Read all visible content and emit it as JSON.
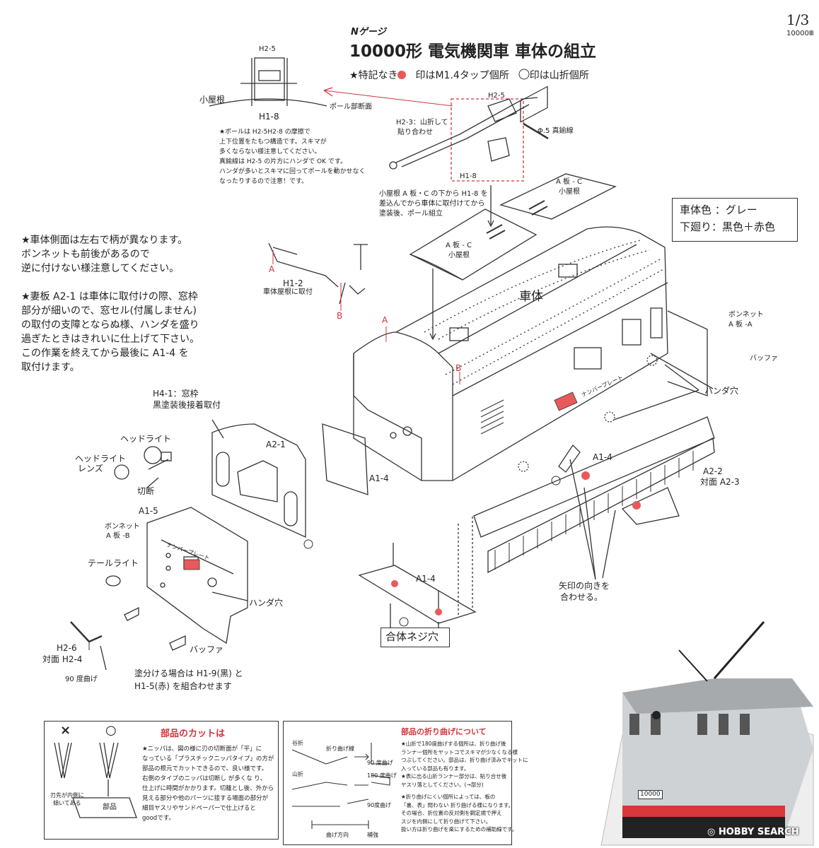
{
  "header": {
    "page": "1/3",
    "code": "10000Ⅲ",
    "gauge": "Nゲージ",
    "title": "10000形  電気機関車  車体の組立",
    "legend_prefix": "★特記なき",
    "legend_tap": "印はM1.4タップ個所",
    "legend_fold": "印は山折個所"
  },
  "colors": {
    "accent_red": "#e85a5a",
    "line": "#333333",
    "leader_red": "#d1343c"
  },
  "color_box": {
    "line1": "車体色 ：グレー",
    "line2": "下廻り：黒色＋赤色"
  },
  "notes": {
    "side": [
      "★車体側面は左右で柄が異なります。",
      "ボンネットも前後があるので",
      "逆に付けない様注意してください。"
    ],
    "end": [
      "★妻板 A2-1 は車体に取付けの際、窓枠",
      "部分が細いので、窓セル(付属しません)",
      "の取付の支障とならぬ様、ハンダを盛り",
      "過ぎたときはきれいに仕上げて下さい。",
      "この作業を終えてから最後に A1-4 を",
      "取付けます。"
    ],
    "pole": [
      "★ポールは H2-5H2-8 の摩擦で",
      "上下位置をたもつ構造です。スキマが",
      "多くならない様注意してください。",
      "真鍮線は H2-5 の片方にハンダで OK です。",
      "ハンダが多いとスキマに回ってポールを動かせなく",
      "なったりするので注意！です。"
    ],
    "roof": [
      "小屋根 A 板・C の下から H1-8 を",
      "差込んでから車体に取付けてから",
      "塗装後、ポール組立"
    ],
    "paint": [
      "塗分ける場合は H1-9(黒) と",
      "H1-5(赤) を組合わせます"
    ]
  },
  "labels": {
    "h2_5_top": "H2-5",
    "koyane": "小屋根",
    "h1_8": "H1-8",
    "pole_section": "ポール部断面",
    "h2_5_detail": "H2-5",
    "h2_3": "H2-3：山折して",
    "h2_3b": "貼り合わせ",
    "brass": "Φ.5 真鍮線",
    "h1_8_detail": "H1-8",
    "a_plate_c_right_1": "A 板 - C",
    "a_plate_c_right_2": "小屋根",
    "a_plate_c_left_1": "A 板 - C",
    "a_plate_c_left_2": "小屋根",
    "h1_2": "H1-2",
    "h1_2_note": "車体屋根に取付",
    "mark_a1": "A",
    "mark_b1": "B",
    "mark_a2": "A",
    "mark_b2": "B",
    "body": "車体",
    "bonnet_a_1": "ボンネット",
    "bonnet_a_2": "A 板 -A",
    "buffer_right": "バッファ",
    "solder_holes_right": "ハンダ穴",
    "h4_1_a": "H4-1：窓枠",
    "h4_1_b": "黒塗装後接着取付",
    "a2_1": "A2-1",
    "headlight": "ヘッドライト",
    "headlight_lens_1": "ヘッドライト",
    "headlight_lens_2": "レンズ",
    "cut": "切断",
    "a1_4_left": "A1-4",
    "a1_4_mid": "A1-4",
    "a2_2": "A2-2",
    "a2_2_opp": "対面 A2-3",
    "a1_5": "A1-5",
    "bonnet_b_1": "ボンネット",
    "bonnet_b_2": "A 板 -B",
    "tail_light": "テールライト",
    "solder_hole_front": "ハンダ穴",
    "buffer_front": "バッファ",
    "h2_6": "H2-6",
    "h2_6_opp": "対面 H2-4",
    "bend90": "90 度曲げ",
    "a1_4_bottom": "A1-4",
    "screw_hole": "合体ネジ穴",
    "arrow_align_1": "矢印の向きを",
    "arrow_align_2": "合わせる。",
    "number_plate_1": "ナンバープレート",
    "number_plate_2": "ナンバープレート",
    "number_text": "10000"
  },
  "panel_cut": {
    "title": "部品のカットは",
    "x_mark": "×",
    "o_mark": "○",
    "blade_note_1": "刃先が内側に",
    "blade_note_2": "傾いてある",
    "part_label": "部品",
    "text": [
      "★ニッパは、図の様に刃の切断面が「平」に",
      "なっている「プラスチックニッパタイプ」の方が",
      "部品の根元でカットできるので、良い様です。",
      "右側のタイプのニッパは切断し が多くな り、",
      "仕上げに時間がかかります。切離とし後、外から",
      "見える部分や他のパーツに接する場面の部分が",
      "細目ヤスリやサンドペーパーで仕上げると",
      "goodです。"
    ]
  },
  "panel_bend": {
    "title": "部品の折り曲げについて",
    "text": [
      "★山折で180度曲げする個所は、折り曲げ後",
      "ランナー個所をヤットコでスキマが少なくなる様",
      "つぶしてください。部品は、折り曲げ済みでキットに",
      "入っている部品も有ります。",
      "★表に出る山折ランナー部分は、貼り合せ後",
      "ヤスリ落としてください。(→部分)",
      "",
      "★折り曲げにくい個所によっては、板の",
      "「裏、表」問わない 折り曲げる様になります。",
      "その場合、折位置の反対側を鋼定規で押え",
      "スジを内側にして折り曲げて下さい。",
      "扱い方は折り曲げを楽にするための補助線です。"
    ],
    "fig_valley": "谷折",
    "fig_mountain": "山折",
    "fig_90": "90 度曲げ",
    "fig_180": "180 度曲げ",
    "fig_90b": "90度曲げ",
    "fig_fold_line": "折り曲げ線",
    "fig_pos": "曲げ方向",
    "fig_rib": "補強"
  },
  "watermark": "HOBBY SEARCH"
}
